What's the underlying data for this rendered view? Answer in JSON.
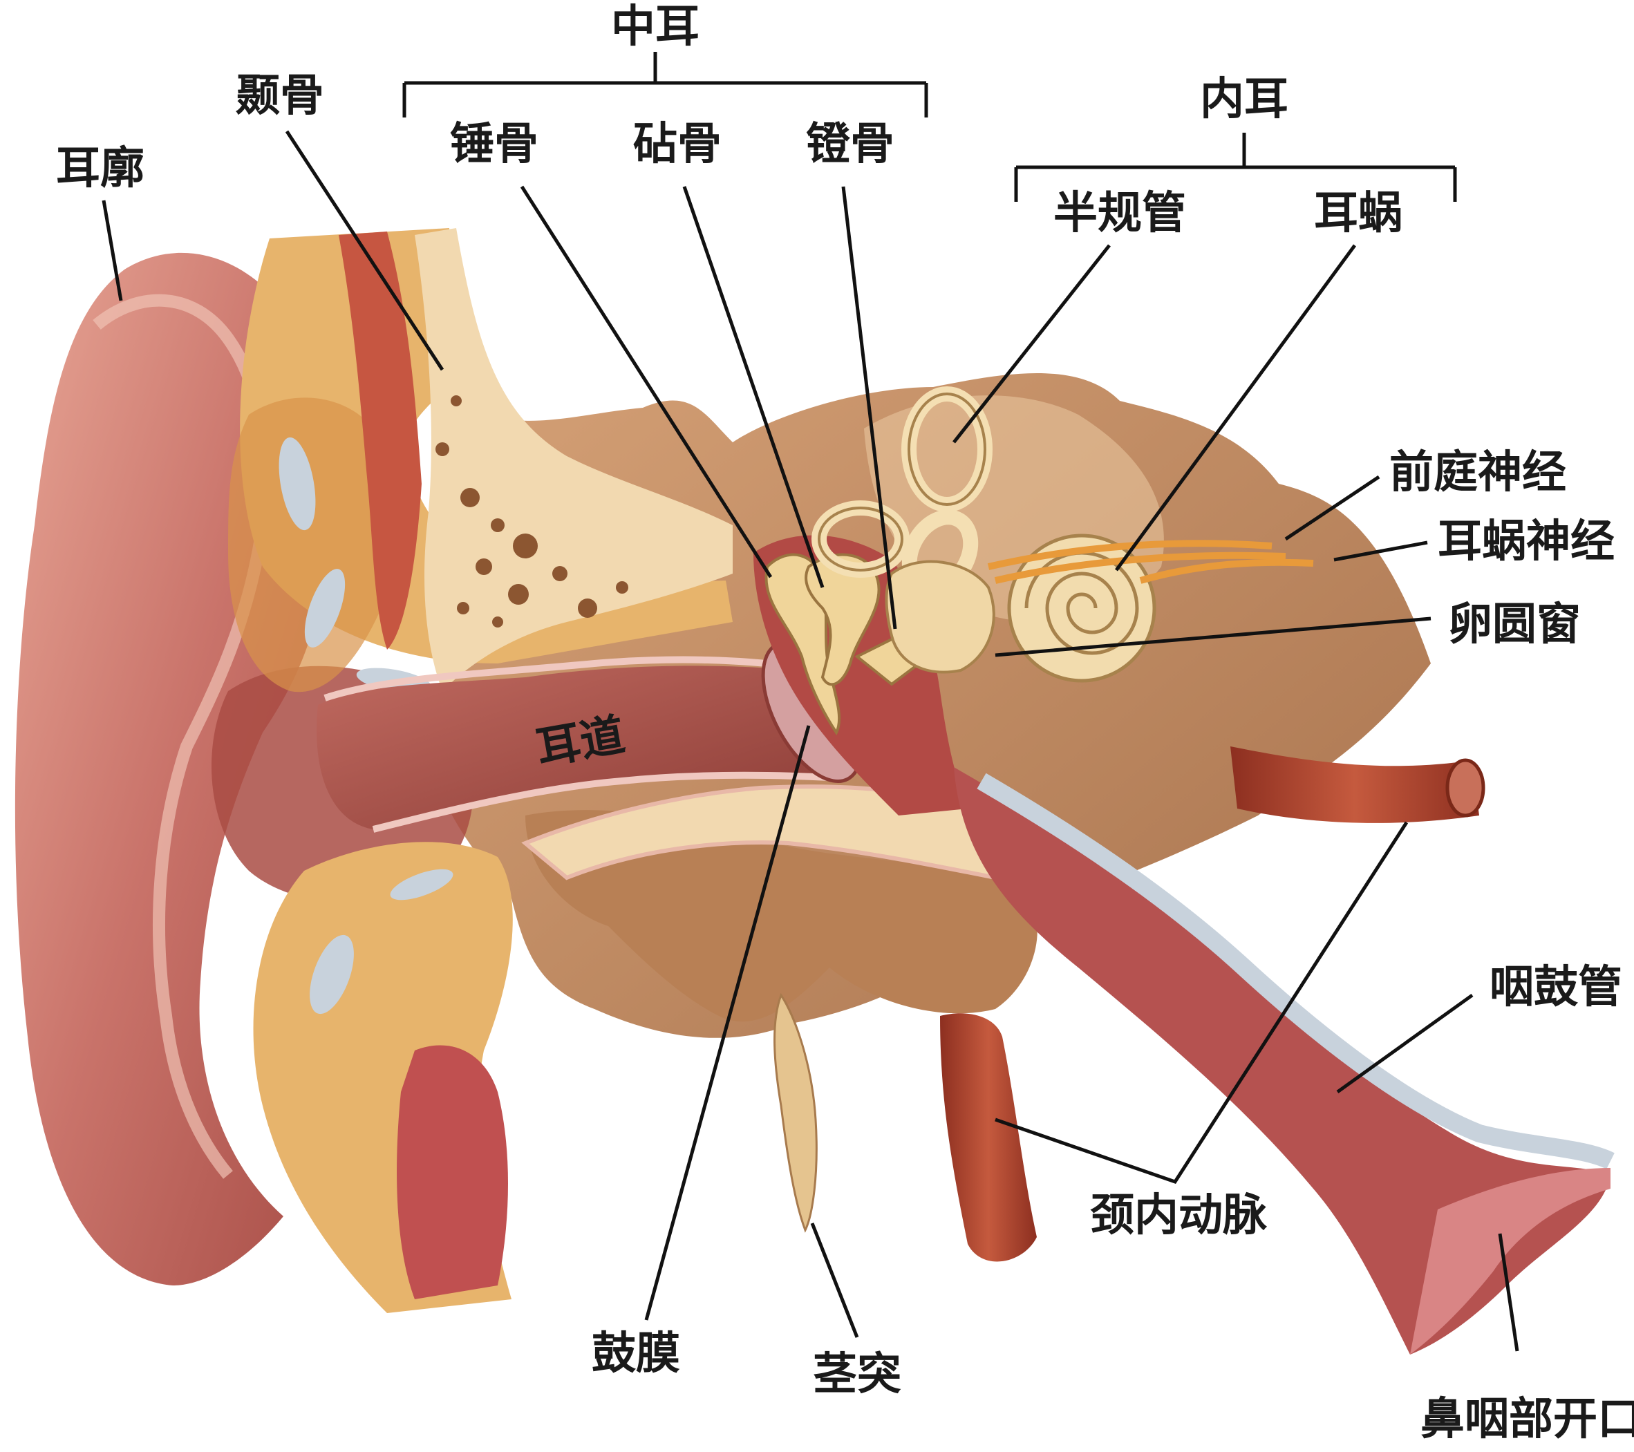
{
  "groups": {
    "middle_ear": "中耳",
    "inner_ear": "内耳"
  },
  "labels": {
    "auricle": "耳廓",
    "temporal_bone": "颞骨",
    "malleus": "锤骨",
    "incus": "砧骨",
    "stapes": "镫骨",
    "semicircular_canals": "半规管",
    "cochlea": "耳蜗",
    "vestibular_nerve": "前庭神经",
    "cochlear_nerve": "耳蜗神经",
    "oval_window": "卵圆窗",
    "ear_canal": "耳道",
    "eustachian_tube": "咽鼓管",
    "internal_carotid_artery": "颈内动脉",
    "tympanic_membrane": "鼓膜",
    "styloid_process": "茎突",
    "nasopharynx_opening": "鼻咽部开口"
  },
  "colors": {
    "skin": "#d98a7a",
    "skin_dark": "#b85f52",
    "bone": "#f2d9b0",
    "bone_dark": "#c99a6a",
    "fat": "#e8b463",
    "cartilage": "#c8d2dc",
    "artery": "#b8442e",
    "canal": "#a9514a"
  }
}
